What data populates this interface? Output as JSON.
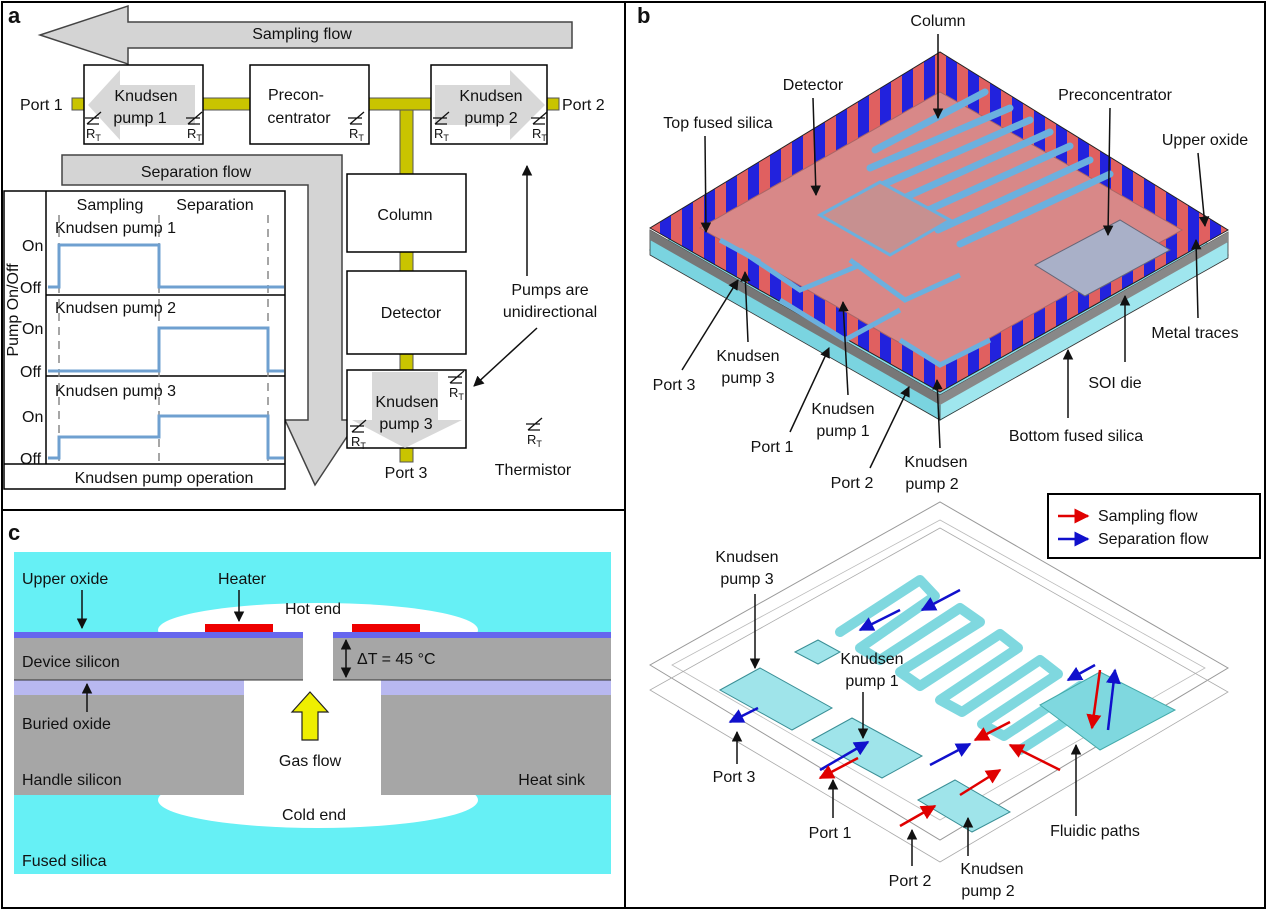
{
  "panels": {
    "a": "a",
    "b": "b",
    "c": "c"
  },
  "colors": {
    "arrow_fill": "#d4d4d4",
    "tube": "#c9c400",
    "trace": "#6fa0d0",
    "fused_silica": "#66f0f5",
    "silicon": "#a6a6a6",
    "buried_oxide": "#b8b8f0",
    "upper_oxide_line": "#6666ee",
    "heater": "#ee0000",
    "gas_flow_arrow": "#eeee00",
    "chip_red": "#e06060",
    "chip_blue": "#2222dd",
    "channel": "#88ccee",
    "sampling_arrow": "#e00000",
    "separation_arrow": "#1010cc"
  },
  "panel_a": {
    "sampling_flow": "Sampling flow",
    "separation_flow": "Separation flow",
    "port1": "Port 1",
    "port2": "Port 2",
    "port3": "Port 3",
    "pump1": [
      "Knudsen",
      "pump 1"
    ],
    "preconcentrator": [
      "Precon-",
      "centrator"
    ],
    "pump2": [
      "Knudsen",
      "pump 2"
    ],
    "column": "Column",
    "detector": "Detector",
    "pump3": [
      "Knudsen",
      "pump 3"
    ],
    "thermistor_sub": "R",
    "thermistor_subscript": "T",
    "thermistor_label": "Thermistor",
    "pumps_note": [
      "Pumps are",
      "unidirectional"
    ],
    "timing": {
      "phase_sampling": "Sampling",
      "phase_separation": "Separation",
      "y_axis_label": "Pump On/Off",
      "on_label": "On",
      "off_label": "Off",
      "traces": [
        {
          "name": "Knudsen pump 1",
          "sampling": "on",
          "separation": "off"
        },
        {
          "name": "Knudsen pump 2",
          "sampling": "off",
          "separation": "on"
        },
        {
          "name": "Knudsen pump 3",
          "sampling": "partial",
          "separation": "on"
        }
      ],
      "footer": "Knudsen pump operation"
    }
  },
  "panel_b": {
    "top_labels": {
      "column": "Column",
      "detector": "Detector",
      "preconcentrator": "Preconcentrator",
      "top_fused_silica": "Top fused silica",
      "upper_oxide": "Upper oxide",
      "metal_traces": "Metal traces",
      "soi_die": "SOI die",
      "bottom_fused_silica": "Bottom fused silica",
      "port3": "Port 3",
      "pump3": [
        "Knudsen",
        "pump 3"
      ],
      "pump1": [
        "Knudsen",
        "pump 1"
      ],
      "port1": "Port 1",
      "port2": "Port 2",
      "pump2": [
        "Knudsen",
        "pump 2"
      ]
    },
    "legend": {
      "sampling": "Sampling flow",
      "separation": "Separation flow"
    },
    "bottom_labels": {
      "pump3": [
        "Knudsen",
        "pump 3"
      ],
      "pump1": [
        "Knudsen",
        "pump 1"
      ],
      "port3": "Port 3",
      "port1": "Port 1",
      "port2": "Port 2",
      "pump2": [
        "Knudsen",
        "pump 2"
      ],
      "fluidic_paths": "Fluidic paths"
    }
  },
  "panel_c": {
    "upper_oxide": "Upper oxide",
    "heater": "Heater",
    "hot_end": "Hot end",
    "device_silicon": "Device silicon",
    "delta_t": "ΔT = 45 °C",
    "buried_oxide": "Buried oxide",
    "gas_flow": "Gas flow",
    "handle_silicon": "Handle silicon",
    "heat_sink": "Heat sink",
    "cold_end": "Cold end",
    "fused_silica": "Fused silica"
  }
}
